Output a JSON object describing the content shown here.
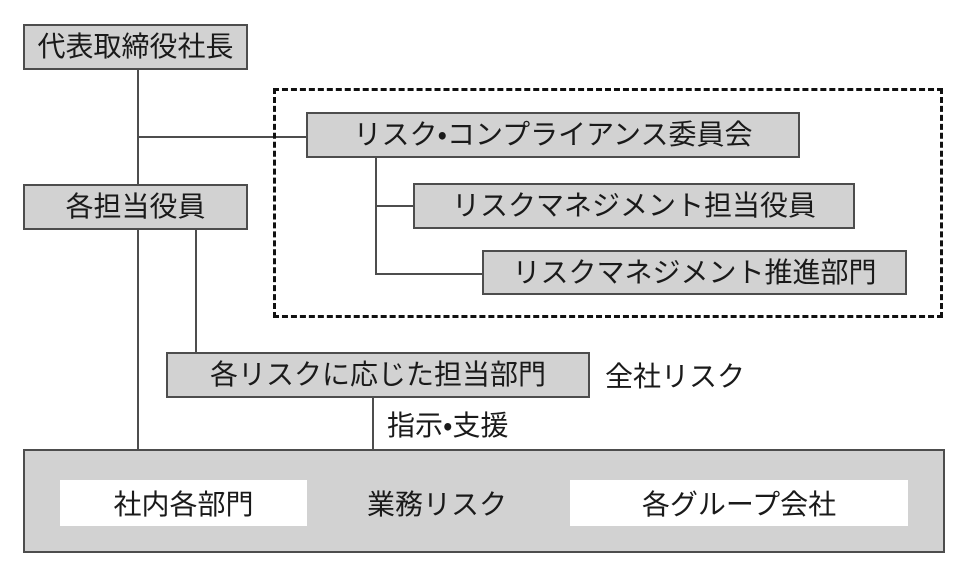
{
  "diagram": {
    "title_hint": "risk-management-organization-chart",
    "nodes": {
      "president": {
        "label": "代表取締役社長"
      },
      "officers": {
        "label": "各担当役員"
      },
      "committee": {
        "label": "リスク・コンプライアンス委員会"
      },
      "rm_officer": {
        "label": "リスクマネジメント担当役員"
      },
      "rm_dept": {
        "label": "リスクマネジメント推進部門"
      },
      "risk_dept": {
        "label": "各リスクに応じた担当部門"
      },
      "internal_depts": {
        "label": "社内各部門"
      },
      "group_companies": {
        "label": "各グループ会社"
      }
    },
    "labels": {
      "company_wide_risk": "全社リスク",
      "instruction_support": "指示・支援",
      "business_risk": "業務リスク"
    },
    "colors": {
      "node_fill": "#d2d2d2",
      "node_border": "#4d4d4d",
      "line": "#4d4d4d",
      "dashed_border": "#111111",
      "text": "#1a1a1a",
      "white_fill": "#ffffff"
    }
  }
}
